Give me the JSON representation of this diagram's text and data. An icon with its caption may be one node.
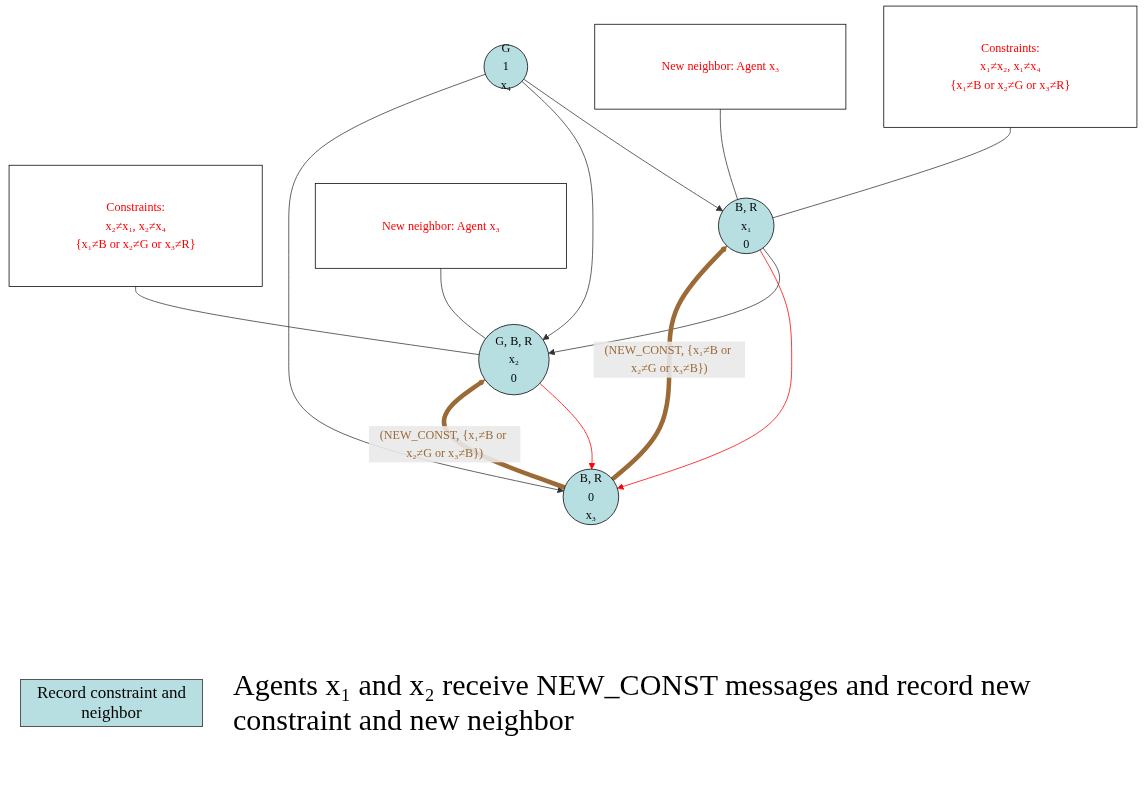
{
  "diagram": {
    "caption": "Agents x₁ and x₂ receive NEW_CONST messages and record new constraint and new neighbor",
    "nodes": [
      {
        "text": [
          "Constraints:",
          "x₁≠x₂, x₁≠x₄",
          "{x₁≠B or x₂≠G or x₃≠R}"
        ]
      },
      {
        "text": [
          "Constraints:",
          "x₂≠x₁, x₂≠x₄",
          "{x₁≠B or x₂≠G or x₃≠R}"
        ]
      },
      {
        "text": [
          "New neighbor: Agent x₃"
        ]
      },
      {
        "text": [
          "B, R",
          "x₁",
          "0"
        ]
      },
      {
        "text": [
          "G, B, R",
          "x₂",
          "0"
        ]
      },
      {
        "text": [
          "New neighbor: Agent x₃"
        ]
      },
      {
        "text": [
          "G",
          "1",
          "x₄"
        ]
      },
      {
        "text": [
          "B, R",
          "0",
          "x₃"
        ]
      }
    ],
    "edges": [
      {
        "from": 0,
        "to": 3,
        "arrow": "none"
      },
      {
        "from": 1,
        "to": 4,
        "arrow": "none"
      },
      {
        "from": 2,
        "to": 3,
        "arrow": "none"
      },
      {
        "from": 5,
        "to": 4,
        "arrow": "none"
      },
      {
        "from": 3,
        "to": 4,
        "arrow": "to"
      },
      {
        "from": 6,
        "to": 3,
        "arrow": "to"
      },
      {
        "from": 6,
        "to": 4,
        "arrow": "to"
      },
      {
        "from": 6,
        "to": 7,
        "arrow": "to"
      },
      {
        "from": 3,
        "to": 7,
        "arrow": "to",
        "color": "#ff0000"
      },
      {
        "from": 4,
        "to": 7,
        "arrow": "to",
        "color": "#ff0000"
      },
      {
        "from": 7,
        "to": 3,
        "arrow": "to",
        "style": "thick",
        "color": "#9b6a36",
        "label": "(NEW_CONST, {x₁≠B or x₂≠G or x₃≠B})"
      },
      {
        "from": 7,
        "to": 4,
        "arrow": "to",
        "style": "thick",
        "color": "#9b6a36",
        "label": "(NEW_CONST, {x₁≠B or x₂≠G or x₃≠B})"
      }
    ],
    "legend": [
      {
        "text": "Record constraint and neighbor",
        "color": "#b7dfe2"
      }
    ]
  }
}
